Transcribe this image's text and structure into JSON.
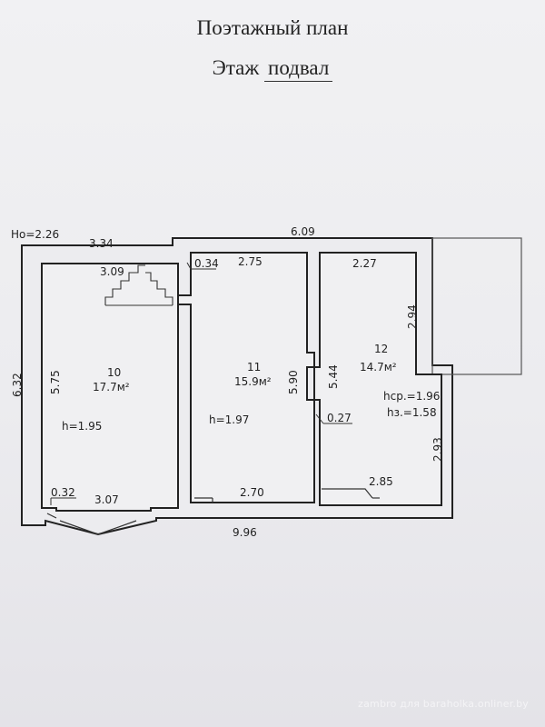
{
  "header": {
    "title": "Поэтажный план",
    "floor_label": "Этаж",
    "floor_value": "подвал"
  },
  "plan": {
    "height_mark": "Ho=2.26",
    "top_overall": "6.09",
    "top_left": "3.34",
    "bottom_overall": "9.96",
    "left_outer": "6.32",
    "room10": {
      "number": "10",
      "area": "17.7м²",
      "height": "h=1.95",
      "top": "3.09",
      "side": "5.75",
      "bottom": "3.07",
      "corner": "0.32"
    },
    "room11": {
      "number": "11",
      "area": "15.9м²",
      "height": "h=1.97",
      "top": "2.75",
      "side": "5.90",
      "bottom": "2.70",
      "wall": "0.34"
    },
    "room12": {
      "number": "12",
      "area": "14.7м²",
      "h_avg": "hср.=1.96",
      "h_z": "hз.=1.58",
      "top": "2.27",
      "side_top": "2.94",
      "side_bottom": "2.93",
      "bottom": "2.85",
      "left_side": "5.44",
      "wall": "0.27"
    }
  },
  "watermark": "zambro для baraholka.onliner.by"
}
